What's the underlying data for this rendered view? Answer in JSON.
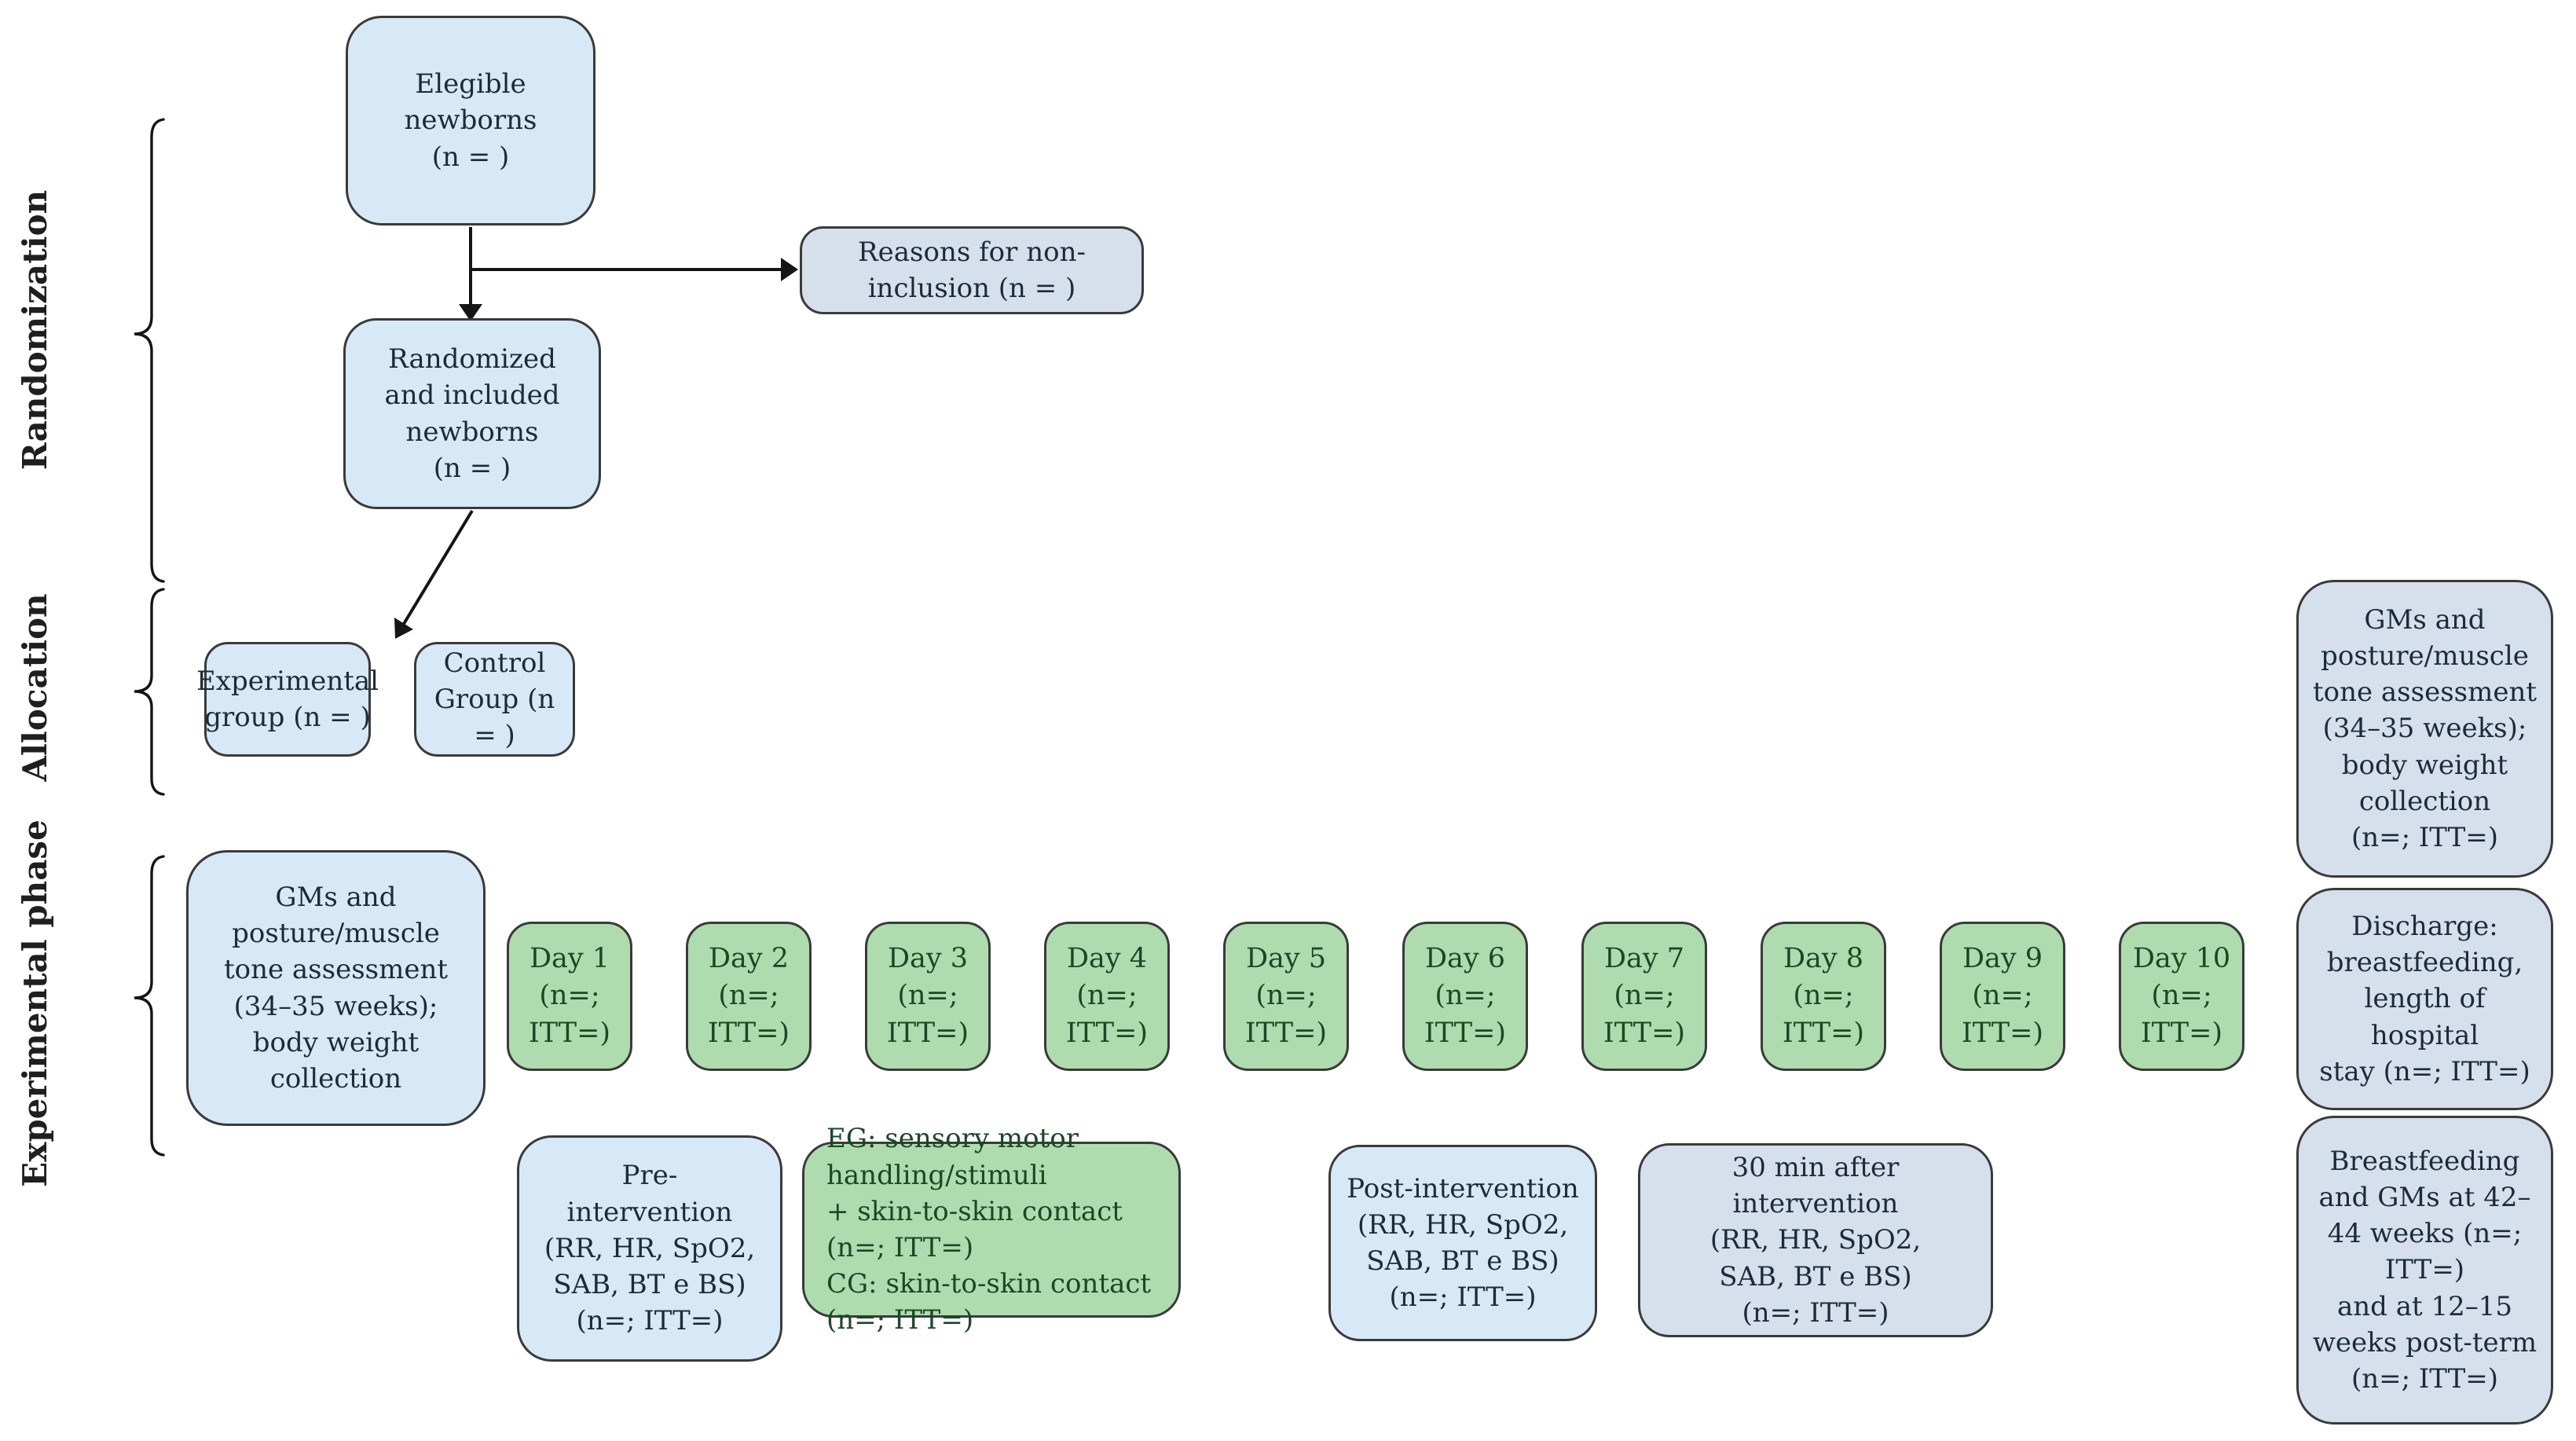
{
  "figure": {
    "phases": {
      "randomization": "Randomization",
      "allocation": "Allocation",
      "experimental_phase": "Experimental phase"
    },
    "flow": {
      "eligible": "Elegible\nnewborns\n(n = )",
      "reasons": "Reasons for non-inclusion (n = )",
      "randomized": "Randomized\nand included\nnewborns\n(n = )",
      "experimental_group": "Experimental\ngroup (n = )",
      "control_group": "Control\nGroup (n = )",
      "baseline_assessment": "GMs and\nposture/muscle\ntone assessment\n(34–35 weeks);\nbody weight\ncollection"
    },
    "days": [
      {
        "label": "Day 1",
        "counts": "(n=;\nITT=)"
      },
      {
        "label": "Day 2",
        "counts": "(n=;\nITT=)"
      },
      {
        "label": "Day 3",
        "counts": "(n=;\nITT=)"
      },
      {
        "label": "Day 4",
        "counts": "(n=;\nITT=)"
      },
      {
        "label": "Day 5",
        "counts": "(n=;\nITT=)"
      },
      {
        "label": "Day 6",
        "counts": "(n=;\nITT=)"
      },
      {
        "label": "Day 7",
        "counts": "(n=;\nITT=)"
      },
      {
        "label": "Day 8",
        "counts": "(n=;\nITT=)"
      },
      {
        "label": "Day 9",
        "counts": "(n=;\nITT=)"
      },
      {
        "label": "Day 10",
        "counts": "(n=;\nITT=)"
      }
    ],
    "interventions": {
      "pre": "Pre-\nintervention\n(RR, HR, SpO2,\nSAB, BT e BS)\n(n=; ITT=)",
      "eg_cg": "EG: sensory motor handling/stimuli\n+ skin-to-skin contact (n=; ITT=)\nCG: skin-to-skin contact (n=; ITT=)",
      "post": "Post-intervention\n(RR, HR, SpO2,\nSAB, BT e BS)\n(n=; ITT=)",
      "after_30min": "30 min after intervention\n(RR, HR, SpO2,\nSAB, BT e BS)\n(n=; ITT=)"
    },
    "outcomes": {
      "gms_itt": "GMs and\nposture/muscle\ntone assessment\n(34–35 weeks);\nbody weight\ncollection\n(n=; ITT=)",
      "discharge": "Discharge:\nbreastfeeding,\nlength of hospital\nstay (n=; ITT=)",
      "followup": "Breastfeeding\nand GMs at 42–\n44 weeks (n=;\nITT=)\nand at 12–15\nweeks post-term\n(n=; ITT=)"
    }
  },
  "colors": {
    "box_blue": "#d7e9f6",
    "box_grayblue": "#d5e0ec",
    "box_green": "#aedcae",
    "green_text": "#1c4726"
  }
}
